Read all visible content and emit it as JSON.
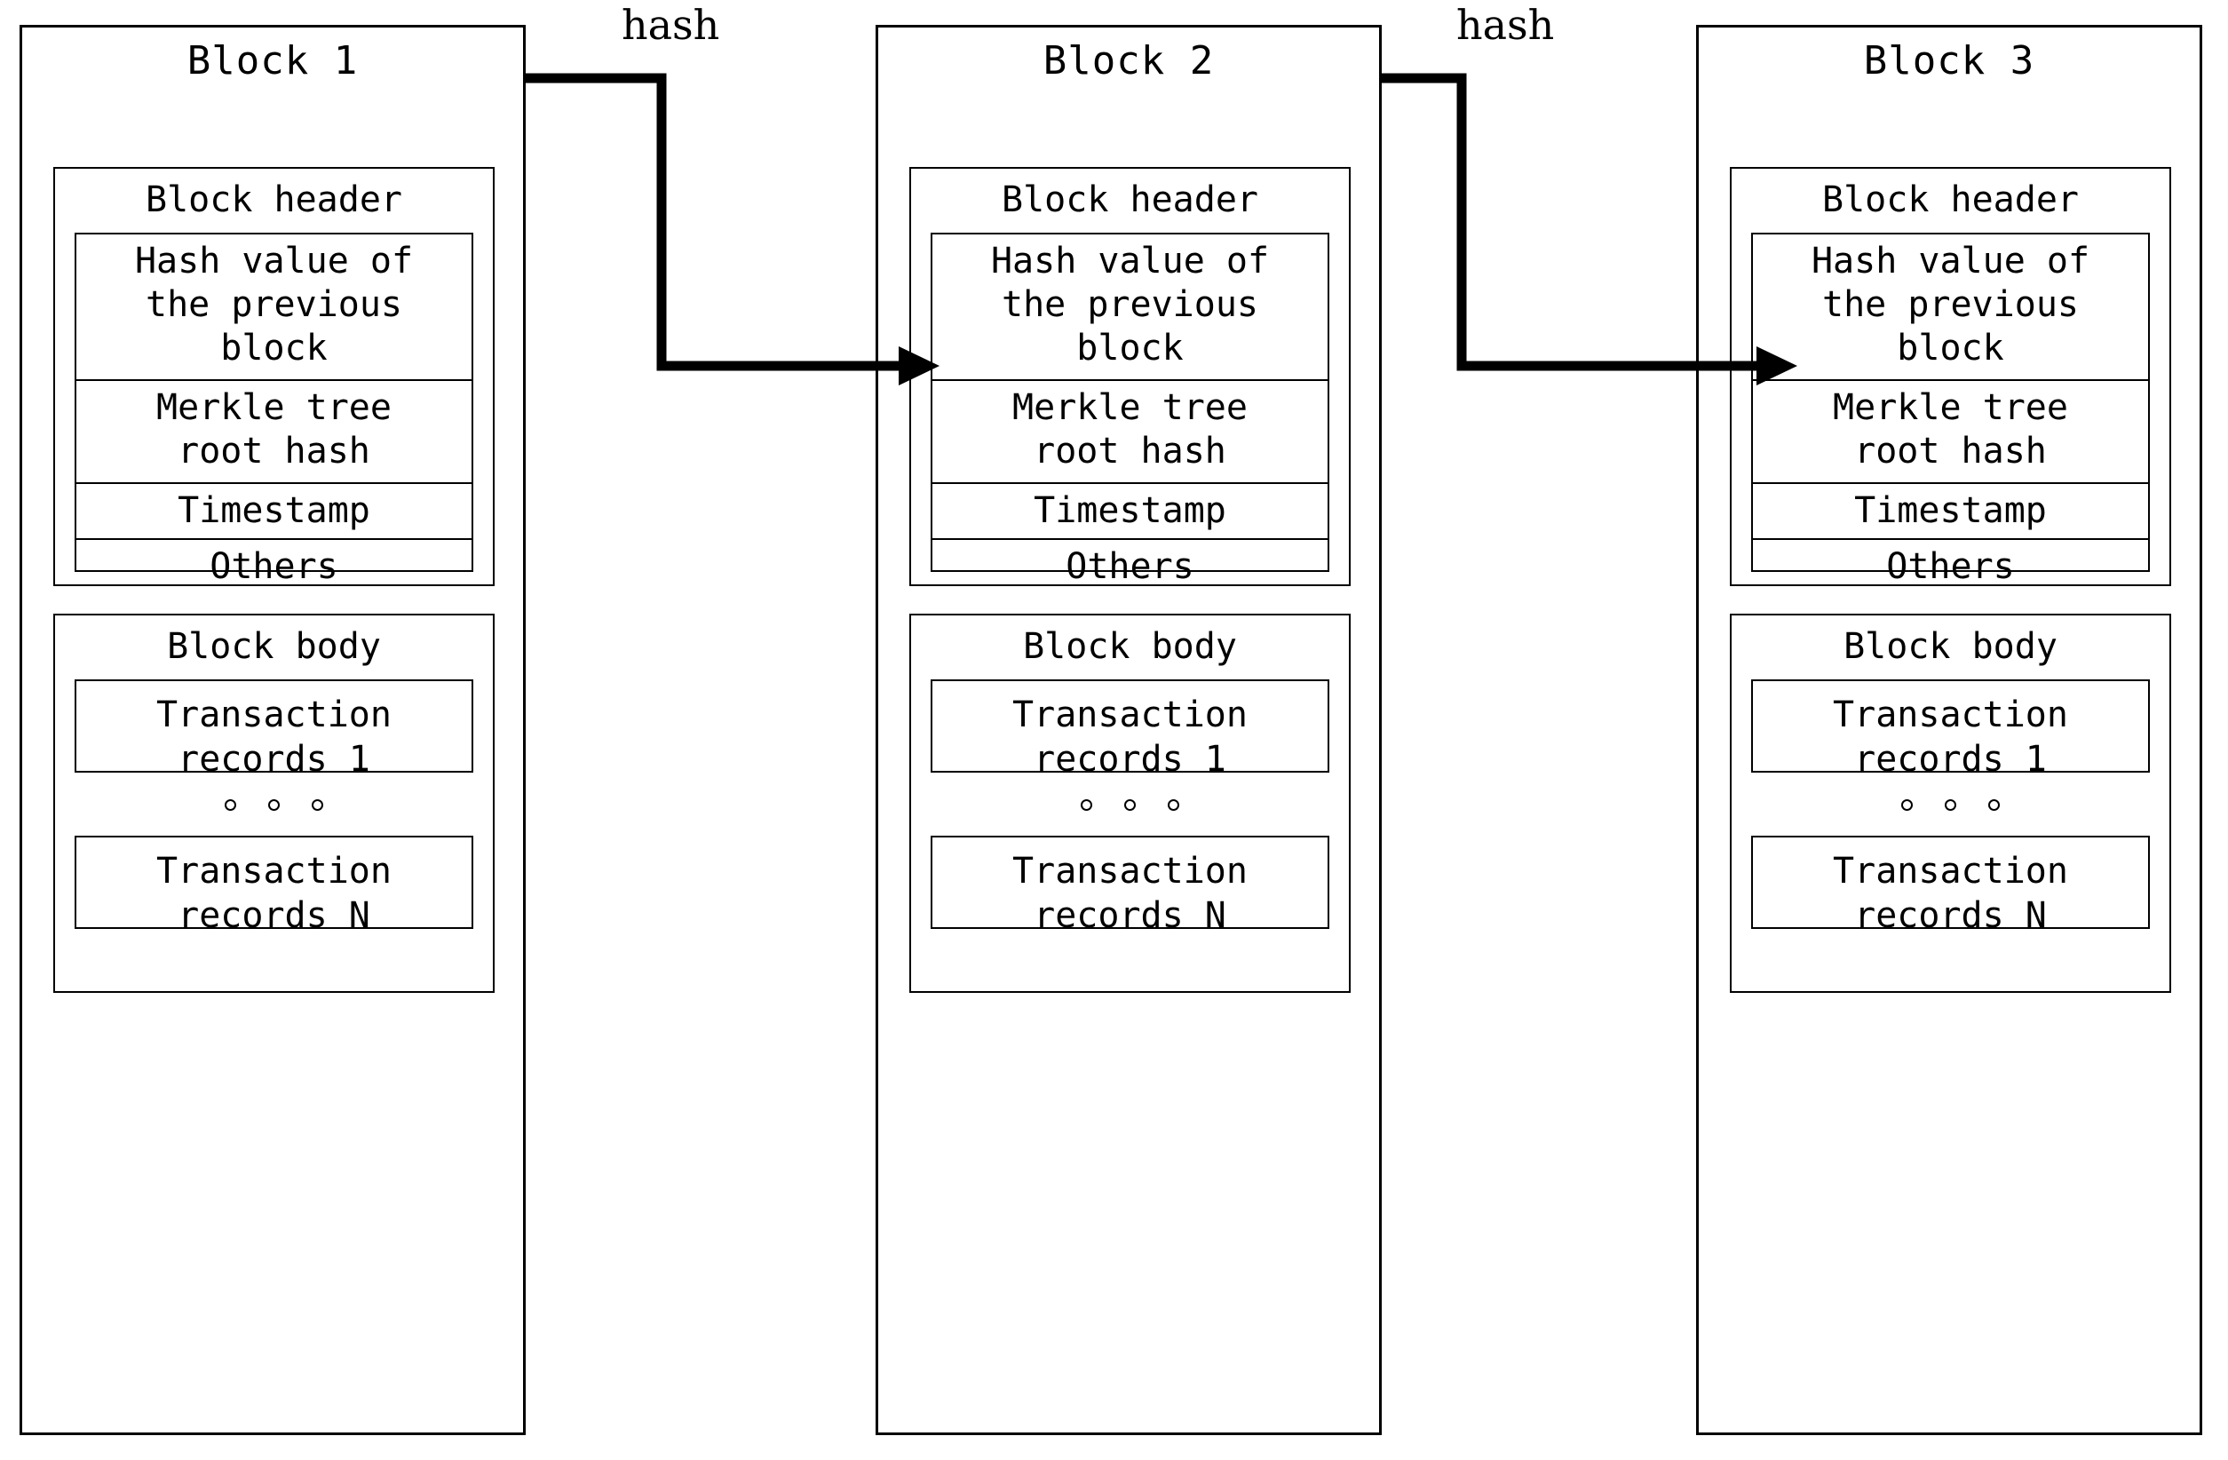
{
  "diagram": {
    "title": "Blockchain block chaining structure",
    "ink_color": "#000000",
    "background": "#ffffff"
  },
  "labels": {
    "block_header": "Block header",
    "block_body": "Block body",
    "hash_prev": "Hash value of\nthe previous\nblock",
    "merkle_root": "Merkle tree\nroot hash",
    "timestamp": "Timestamp",
    "others": "Others",
    "tx_first": "Transaction\nrecords 1",
    "tx_last": "Transaction\nrecords N",
    "ellipsis": "∘ ∘ ∘"
  },
  "connectors": [
    {
      "id": "hash-1-2",
      "label": "hash",
      "from": "block-1",
      "to": "block-2-hash-prev"
    },
    {
      "id": "hash-2-3",
      "label": "hash",
      "from": "block-2",
      "to": "block-3-hash-prev"
    }
  ],
  "blocks": [
    {
      "id": "block-1",
      "title": "Block 1",
      "header": {
        "title": "Block header",
        "fields": [
          "Hash value of\nthe previous\nblock",
          "Merkle tree\nroot hash",
          "Timestamp",
          "Others"
        ]
      },
      "body": {
        "title": "Block body",
        "records": [
          "Transaction\nrecords 1",
          "Transaction\nrecords N"
        ]
      }
    },
    {
      "id": "block-2",
      "title": "Block 2",
      "header": {
        "title": "Block header",
        "fields": [
          "Hash value of\nthe previous\nblock",
          "Merkle tree\nroot hash",
          "Timestamp",
          "Others"
        ]
      },
      "body": {
        "title": "Block body",
        "records": [
          "Transaction\nrecords 1",
          "Transaction\nrecords N"
        ]
      }
    },
    {
      "id": "block-3",
      "title": "Block 3",
      "header": {
        "title": "Block header",
        "fields": [
          "Hash value of\nthe previous\nblock",
          "Merkle tree\nroot hash",
          "Timestamp",
          "Others"
        ]
      },
      "body": {
        "title": "Block body",
        "records": [
          "Transaction\nrecords 1",
          "Transaction\nrecords N"
        ]
      }
    }
  ]
}
